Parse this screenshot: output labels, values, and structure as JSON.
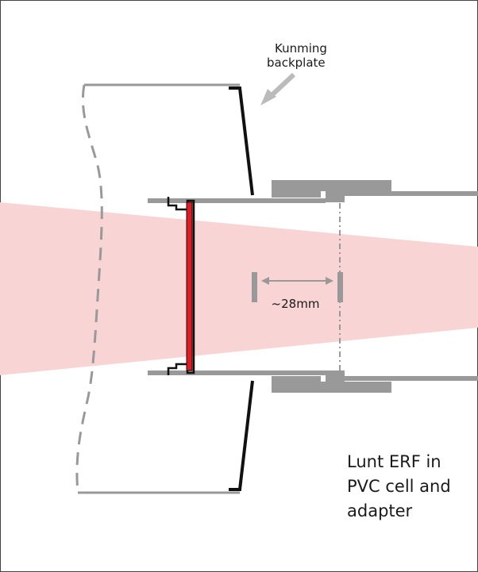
{
  "annotation": {
    "backplate_line1": "Kunming",
    "backplate_line2": "backplate"
  },
  "dimension": {
    "label": "~28mm"
  },
  "caption": {
    "line1": "Lunt ERF in",
    "line2": "PVC cell and",
    "line3": "adapter"
  },
  "colors": {
    "beam": "#f9d4d4",
    "filter": "#e21c24",
    "tube_gray": "#999999",
    "backplate": "#111111",
    "arrow": "#bbbbbb"
  }
}
